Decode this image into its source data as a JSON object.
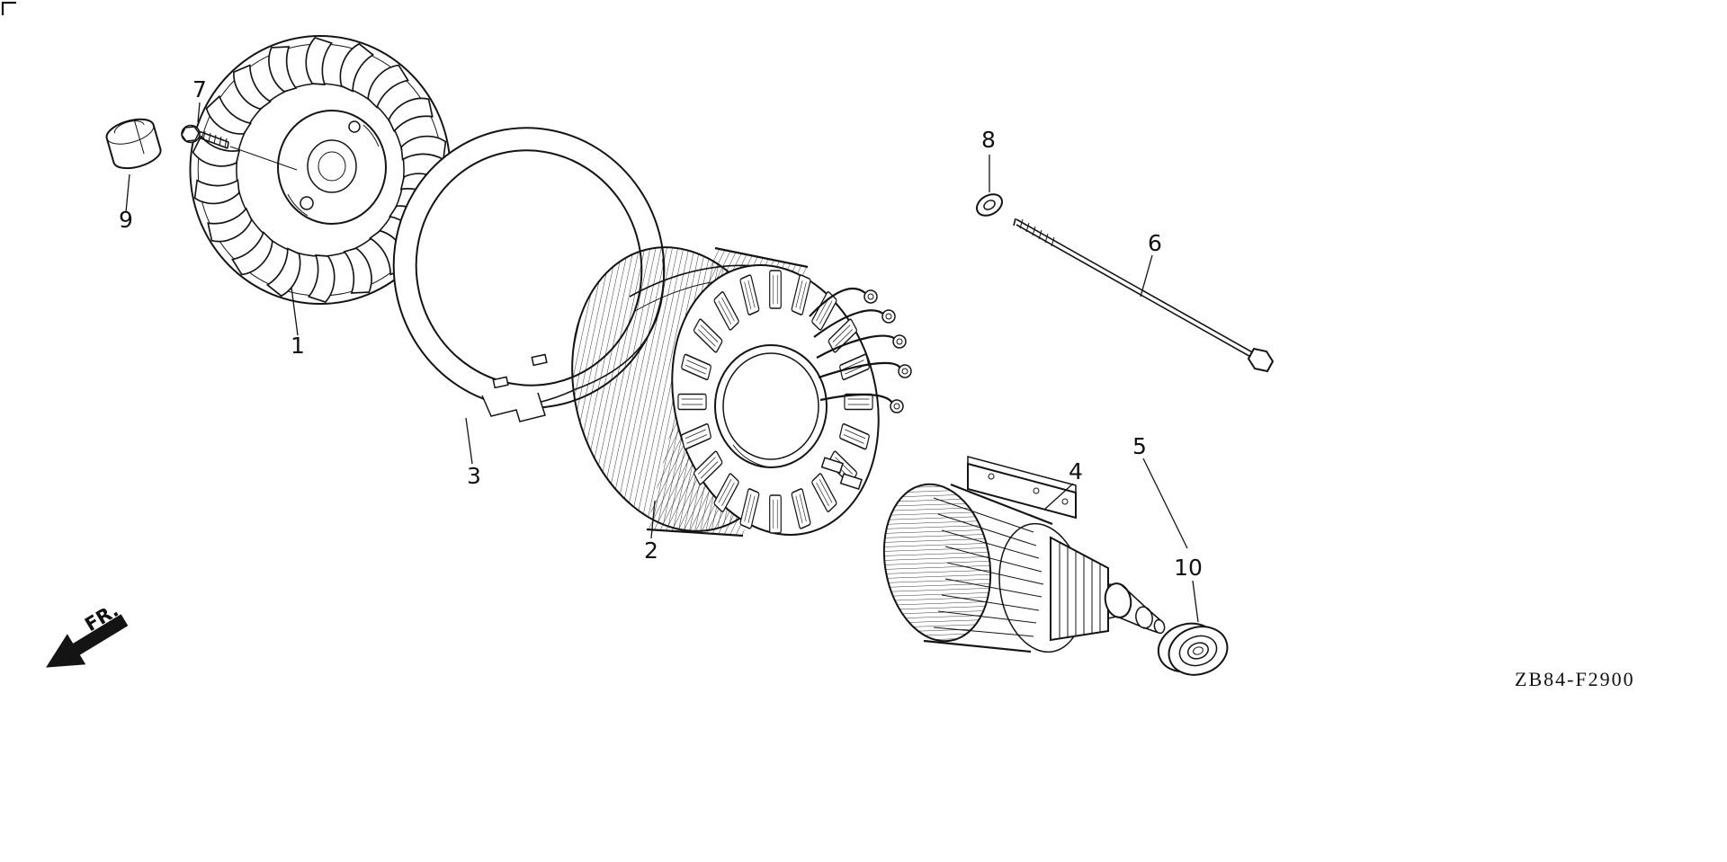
{
  "diagram": {
    "code": "ZB84-F2900",
    "front_indicator": "FR.",
    "callouts": [
      {
        "label": "1"
      },
      {
        "label": "2"
      },
      {
        "label": "3"
      },
      {
        "label": "4"
      },
      {
        "label": "5"
      },
      {
        "label": "6"
      },
      {
        "label": "7"
      },
      {
        "label": "8"
      },
      {
        "label": "9"
      },
      {
        "label": "10"
      }
    ]
  }
}
